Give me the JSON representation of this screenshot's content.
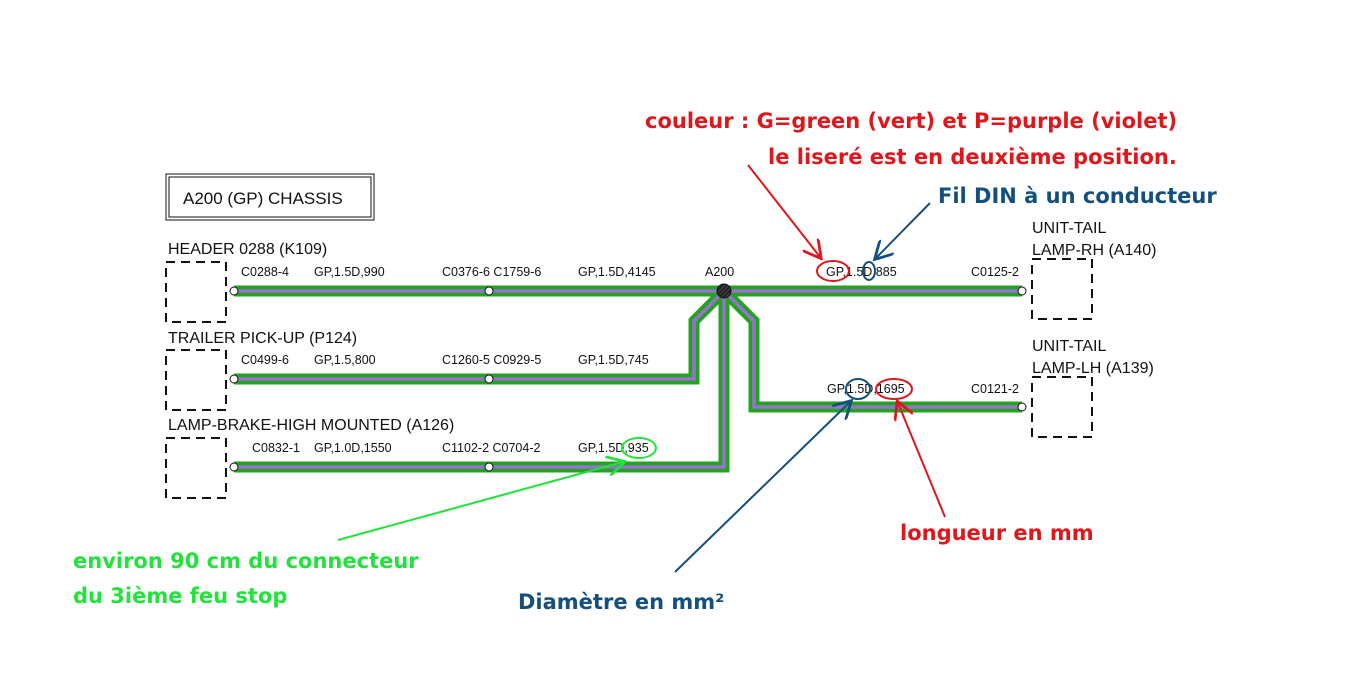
{
  "title_box": "A200 (GP) CHASSIS",
  "colors": {
    "wire_outer": "#22a51c",
    "wire_inner": "#9b6fd6",
    "annotation_red": "#e0161b",
    "annotation_blue": "#14507d",
    "annotation_green": "#22e33b",
    "text": "#111111"
  },
  "junction": {
    "label": "A200"
  },
  "components": [
    {
      "id": "K109",
      "label": "HEADER 0288 (K109)"
    },
    {
      "id": "P124",
      "label": "TRAILER PICK-UP (P124)"
    },
    {
      "id": "A126",
      "label": "LAMP-BRAKE-HIGH MOUNTED (A126)"
    },
    {
      "id": "A140",
      "label_line1": "UNIT-TAIL",
      "label_line2": "LAMP-RH (A140)"
    },
    {
      "id": "A139",
      "label_line1": "UNIT-TAIL",
      "label_line2": "LAMP-LH (A139)"
    }
  ],
  "wires": [
    {
      "from_connector": "C0288-4",
      "seg1": "GP,1.5D,990",
      "mid_connectors": "C0376-6 C1759-6",
      "seg2": "GP,1.5D,4145"
    },
    {
      "from_connector": "C0499-6",
      "seg1": "GP,1.5,800",
      "mid_connectors": "C1260-5 C0929-5",
      "seg2": "GP,1.5D,745"
    },
    {
      "from_connector": "C0832-1",
      "seg1": "GP,1.0D,1550",
      "mid_connectors": "C1102-2 C0704-2",
      "seg2": "GP,1.5D,935"
    },
    {
      "spec": "GP,1.5D,885",
      "to_connector": "C0125-2"
    },
    {
      "spec": "GP,1.5D,1695",
      "to_connector": "C0121-2"
    }
  ],
  "annotations": {
    "color_line1": "couleur : G=green (vert) et P=purple (violet)",
    "color_line2": "le liseré est en deuxième position.",
    "din": "Fil DIN à un conducteur",
    "length": "longueur en mm",
    "diameter": "Diamètre en mm²",
    "distance_line1": "environ 90 cm du connecteur",
    "distance_line2": "du 3ième feu stop"
  }
}
